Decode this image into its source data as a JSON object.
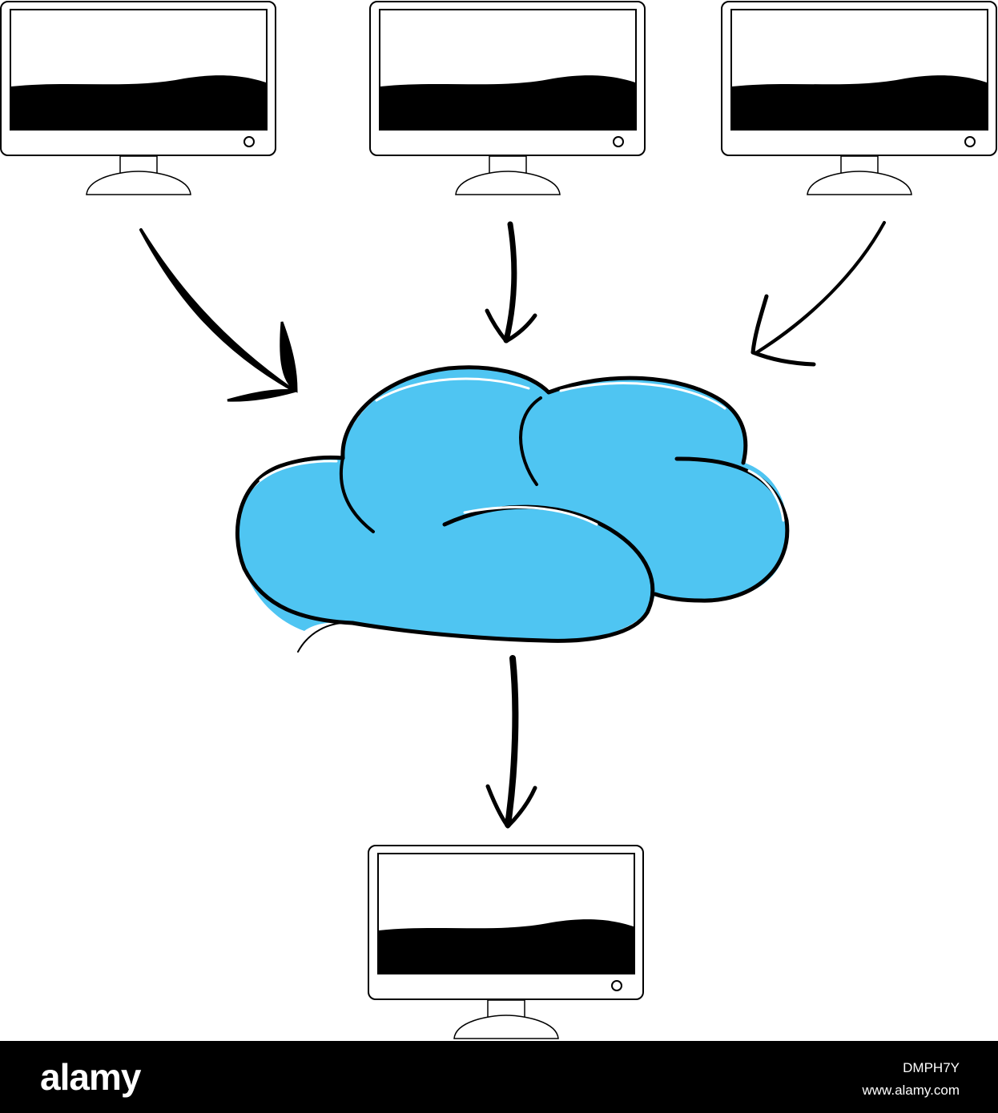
{
  "colors": {
    "cloud_fill": "#4fc5f2",
    "outline": "#000000",
    "screen_wave": "#000000",
    "background": "#ffffff",
    "footer_bg": "#000000",
    "footer_text": "#ffffff"
  },
  "diagram": {
    "source_monitors": [
      {
        "id": "monitor-1",
        "icon": "monitor-icon"
      },
      {
        "id": "monitor-2",
        "icon": "monitor-icon"
      },
      {
        "id": "monitor-3",
        "icon": "monitor-icon"
      }
    ],
    "cloud": {
      "icon": "cloud-icon"
    },
    "target_monitor": {
      "id": "monitor-4",
      "icon": "monitor-icon"
    }
  },
  "footer": {
    "logo": "alamy",
    "image_code": "DMPH7Y",
    "url": "www.alamy.com"
  }
}
